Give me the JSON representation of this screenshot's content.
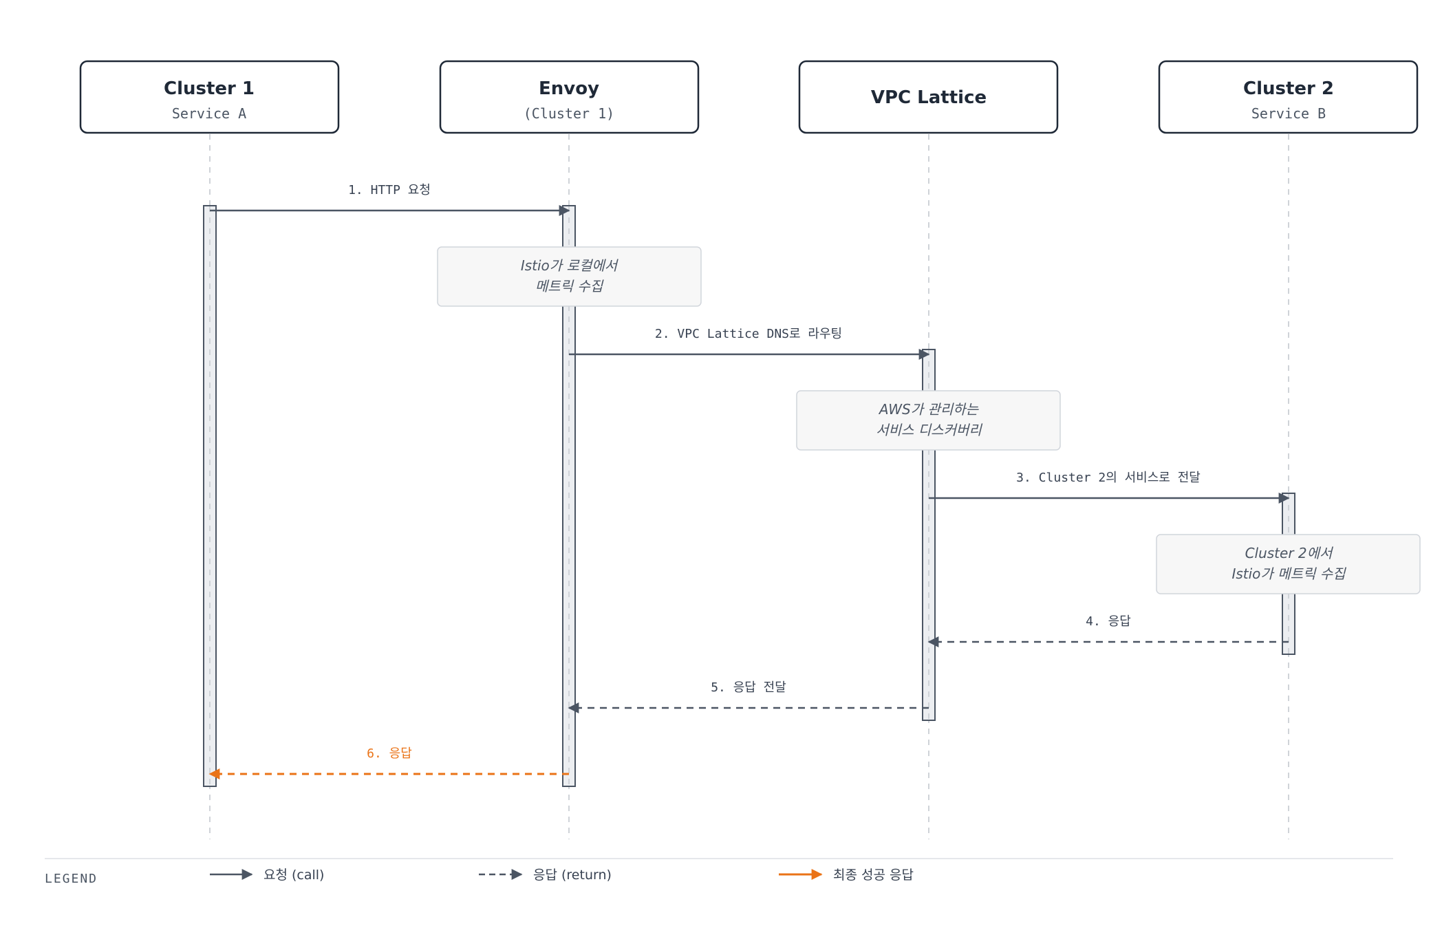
{
  "actors": [
    {
      "title": "Cluster 1",
      "subtitle": "Service A"
    },
    {
      "title": "Envoy",
      "subtitle": "(Cluster 1)"
    },
    {
      "title": "VPC Lattice",
      "subtitle": ""
    },
    {
      "title": "Cluster 2",
      "subtitle": "Service B"
    }
  ],
  "messages": [
    {
      "label": "1. HTTP 요청",
      "type": "call"
    },
    {
      "label": "2. VPC Lattice DNS로 라우팅",
      "type": "call"
    },
    {
      "label": "3. Cluster 2의 서비스로 전달",
      "type": "call"
    },
    {
      "label": "4. 응답",
      "type": "return"
    },
    {
      "label": "5. 응답 전달",
      "type": "return"
    },
    {
      "label": "6. 응답",
      "type": "success"
    }
  ],
  "notes": [
    {
      "line1": "Istio가 로컬에서",
      "line2": "메트릭 수집"
    },
    {
      "line1": "AWS가 관리하는",
      "line2": "서비스 디스커버리"
    },
    {
      "line1": "Cluster 2에서",
      "line2": "Istio가 메트릭 수집"
    }
  ],
  "legend": {
    "title": "LEGEND",
    "call_label": "요청 (call)",
    "return_label": "응답 (return)",
    "success_label": "최종 성공 응답"
  },
  "colors": {
    "line": "#4b5563",
    "success": "#ea7317",
    "box_border": "#1f2937",
    "note_fill": "#f7f7f7",
    "note_border": "#d1d5db",
    "lifeline": "#d1d5db",
    "activation_fill": "#eceef1"
  }
}
